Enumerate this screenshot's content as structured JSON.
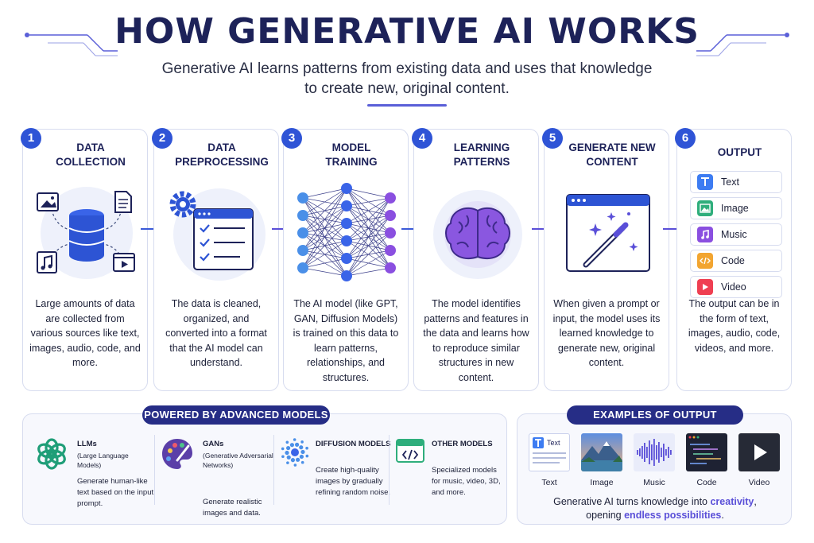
{
  "header": {
    "title": "HOW GENERATIVE AI WORKS",
    "subtitle_line1": "Generative AI learns patterns from existing data and uses that knowledge",
    "subtitle_line2": "to create new, original content."
  },
  "steps": [
    {
      "number": "1",
      "title_line1": "DATA",
      "title_line2": "COLLECTION",
      "description": "Large amounts of data are collected from various sources like text, images, audio, code, and more."
    },
    {
      "number": "2",
      "title_line1": "DATA",
      "title_line2": "PREPROCESSING",
      "description": "The data is cleaned, organized, and converted into a format that the AI model can understand."
    },
    {
      "number": "3",
      "title_line1": "MODEL",
      "title_line2": "TRAINING",
      "description": "The AI model (like GPT, GAN, Diffusion Models) is trained on this data to learn patterns, relationships, and structures."
    },
    {
      "number": "4",
      "title_line1": "LEARNING",
      "title_line2": "PATTERNS",
      "description": "The model identifies patterns and features in the data and learns how to reproduce similar structures in new content."
    },
    {
      "number": "5",
      "title_line1": "GENERATE NEW",
      "title_line2": "CONTENT",
      "description": "When given a prompt or input, the model uses its learned knowledge to generate new, original content."
    },
    {
      "number": "6",
      "title_line1": "OUTPUT",
      "title_line2": "",
      "description": "The output can be in the form of text, images, audio, code, videos, and more."
    }
  ],
  "outputs": [
    {
      "label": "Text",
      "icon": "text-icon",
      "color": "#3d7cf2"
    },
    {
      "label": "Image",
      "icon": "image-icon",
      "color": "#2fae7c"
    },
    {
      "label": "Music",
      "icon": "music-icon",
      "color": "#8a4fe0"
    },
    {
      "label": "Code",
      "icon": "code-icon",
      "color": "#f2a531"
    },
    {
      "label": "Video",
      "icon": "video-icon",
      "color": "#ef3f52"
    }
  ],
  "models_panel": {
    "badge": "POWERED BY ADVANCED MODELS",
    "models": [
      {
        "name": "LLMs",
        "full": "(Large Language Models)",
        "description": "Generate human-like text based on the input prompt.",
        "icon": "openai-icon"
      },
      {
        "name": "GANs",
        "full": "(Generative Adversarial Networks)",
        "description": "Generate realistic images and data.",
        "icon": "palette-icon"
      },
      {
        "name": "DIFFUSION MODELS",
        "full": "",
        "description": "Create high-quality images by gradually refining random noise.",
        "icon": "diffusion-icon"
      },
      {
        "name": "OTHER MODELS",
        "full": "",
        "description": "Specialized models for music, video, 3D, and more.",
        "icon": "code-window-icon"
      }
    ]
  },
  "examples_panel": {
    "badge": "EXAMPLES OF OUTPUT",
    "examples": [
      {
        "label": "Text",
        "thumb_text": "Text"
      },
      {
        "label": "Image"
      },
      {
        "label": "Music"
      },
      {
        "label": "Code"
      },
      {
        "label": "Video"
      }
    ],
    "tagline_part1": "Generative AI turns knowledge into ",
    "tagline_highlight1": "creativity",
    "tagline_part2": ",",
    "tagline_part3": "opening ",
    "tagline_highlight2": "endless possibilities",
    "tagline_part4": "."
  },
  "colors": {
    "accent": "#2f54d6",
    "navy": "#1d2259",
    "purple": "#7b4fe0",
    "badge": "#262d86"
  }
}
